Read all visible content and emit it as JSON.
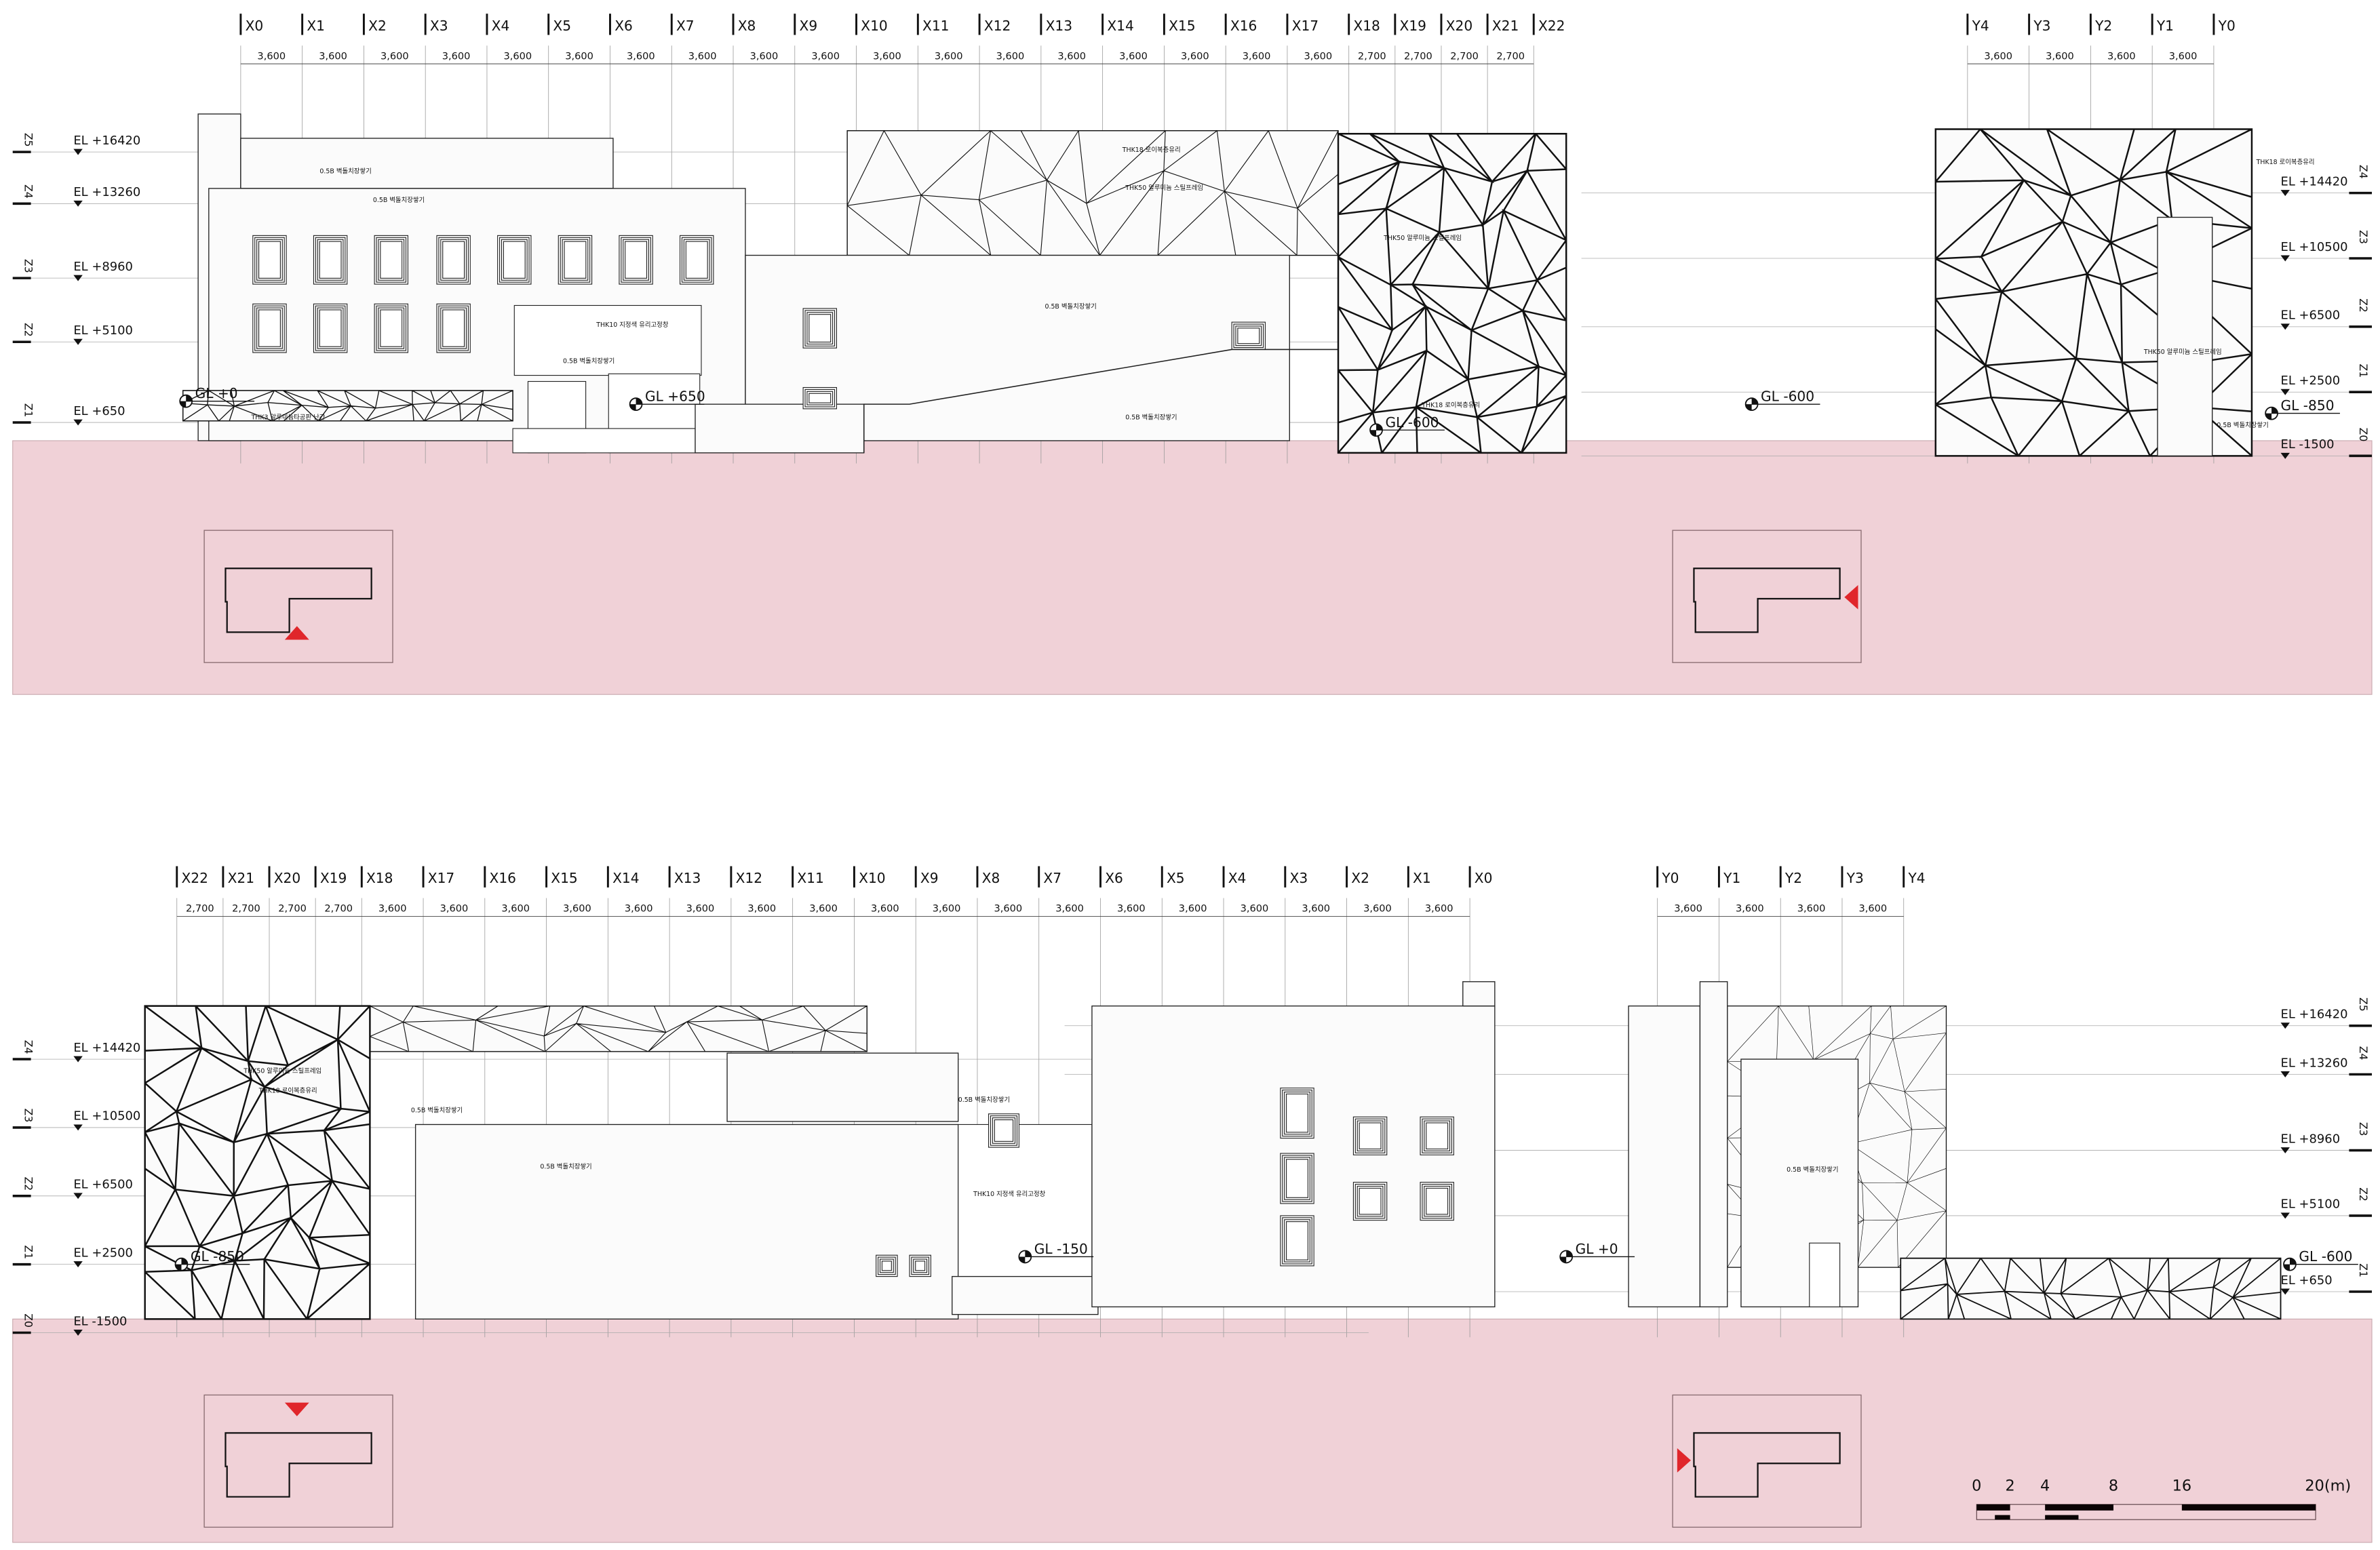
{
  "colors": {
    "ground": "#f0d1d7",
    "ink": "#111111",
    "marker": "#e0262b",
    "grid": "#999999"
  },
  "elevation_top": {
    "grid_x": [
      {
        "label": "X0",
        "dim": "3,600"
      },
      {
        "label": "X1",
        "dim": "3,600"
      },
      {
        "label": "X2",
        "dim": "3,600"
      },
      {
        "label": "X3",
        "dim": "3,600"
      },
      {
        "label": "X4",
        "dim": "3,600"
      },
      {
        "label": "X5",
        "dim": "3,600"
      },
      {
        "label": "X6",
        "dim": "3,600"
      },
      {
        "label": "X7",
        "dim": "3,600"
      },
      {
        "label": "X8",
        "dim": "3,600"
      },
      {
        "label": "X9",
        "dim": "3,600"
      },
      {
        "label": "X10",
        "dim": "3,600"
      },
      {
        "label": "X11",
        "dim": "3,600"
      },
      {
        "label": "X12",
        "dim": "3,600"
      },
      {
        "label": "X13",
        "dim": "3,600"
      },
      {
        "label": "X14",
        "dim": "3,600"
      },
      {
        "label": "X15",
        "dim": "3,600"
      },
      {
        "label": "X16",
        "dim": "3,600"
      },
      {
        "label": "X17",
        "dim": "3,600"
      },
      {
        "label": "X18",
        "dim": "2,700"
      },
      {
        "label": "X19",
        "dim": "2,700"
      },
      {
        "label": "X20",
        "dim": "2,700"
      },
      {
        "label": "X21",
        "dim": "2,700"
      },
      {
        "label": "X22",
        "dim": ""
      }
    ],
    "grid_y": [
      {
        "label": "Y4",
        "dim": "3,600"
      },
      {
        "label": "Y3",
        "dim": "3,600"
      },
      {
        "label": "Y2",
        "dim": "3,600"
      },
      {
        "label": "Y1",
        "dim": "3,600"
      },
      {
        "label": "Y0",
        "dim": ""
      }
    ],
    "levels_left": [
      {
        "axis": "Z5",
        "el": "EL +16420"
      },
      {
        "axis": "Z4",
        "el": "EL +13260"
      },
      {
        "axis": "Z3",
        "el": "EL +8960"
      },
      {
        "axis": "Z2",
        "el": "EL +5100"
      },
      {
        "axis": "Z1",
        "el": "EL +650"
      }
    ],
    "levels_right": [
      {
        "axis": "Z4",
        "el": "EL +14420"
      },
      {
        "axis": "Z3",
        "el": "EL +10500"
      },
      {
        "axis": "Z2",
        "el": "EL +6500"
      },
      {
        "axis": "Z1",
        "el": "EL +2500"
      },
      {
        "axis": "Z0",
        "el": "EL -1500"
      }
    ],
    "ground_levels": [
      "GL +0",
      "GL +650",
      "GL -600",
      "GL -600",
      "GL -850"
    ],
    "notes": [
      "0.5B 벽돌치장쌓기",
      "0.5B 벽돌치장쌓기",
      "THK10 지정색 유리고정창",
      "0.5B 벽돌치장쌓기",
      "THK3 알루미늄타공판 난간",
      "THK18 로이복층유리",
      "THK50 알루미늄 스틸프레임",
      "0.5B 벽돌치장쌓기",
      "0.5B 벽돌치장쌓기",
      "THK50 알루미늄 스틸프레임",
      "THK18 로이복층유리",
      "THK18 로이복층유리",
      "THK50 알루미늄 스틸프레임",
      "0.5B 벽돌치장쌓기"
    ]
  },
  "elevation_bottom": {
    "grid_x": [
      {
        "label": "X22",
        "dim": "2,700"
      },
      {
        "label": "X21",
        "dim": "2,700"
      },
      {
        "label": "X20",
        "dim": "2,700"
      },
      {
        "label": "X19",
        "dim": "2,700"
      },
      {
        "label": "X18",
        "dim": "3,600"
      },
      {
        "label": "X17",
        "dim": "3,600"
      },
      {
        "label": "X16",
        "dim": "3,600"
      },
      {
        "label": "X15",
        "dim": "3,600"
      },
      {
        "label": "X14",
        "dim": "3,600"
      },
      {
        "label": "X13",
        "dim": "3,600"
      },
      {
        "label": "X12",
        "dim": "3,600"
      },
      {
        "label": "X11",
        "dim": "3,600"
      },
      {
        "label": "X10",
        "dim": "3,600"
      },
      {
        "label": "X9",
        "dim": "3,600"
      },
      {
        "label": "X8",
        "dim": "3,600"
      },
      {
        "label": "X7",
        "dim": "3,600"
      },
      {
        "label": "X6",
        "dim": "3,600"
      },
      {
        "label": "X5",
        "dim": "3,600"
      },
      {
        "label": "X4",
        "dim": "3,600"
      },
      {
        "label": "X3",
        "dim": "3,600"
      },
      {
        "label": "X2",
        "dim": "3,600"
      },
      {
        "label": "X1",
        "dim": "3,600"
      },
      {
        "label": "X0",
        "dim": ""
      }
    ],
    "grid_y": [
      {
        "label": "Y0",
        "dim": "3,600"
      },
      {
        "label": "Y1",
        "dim": "3,600"
      },
      {
        "label": "Y2",
        "dim": "3,600"
      },
      {
        "label": "Y3",
        "dim": "3,600"
      },
      {
        "label": "Y4",
        "dim": ""
      }
    ],
    "levels_left": [
      {
        "axis": "Z4",
        "el": "EL +14420"
      },
      {
        "axis": "Z3",
        "el": "EL +10500"
      },
      {
        "axis": "Z2",
        "el": "EL +6500"
      },
      {
        "axis": "Z1",
        "el": "EL +2500"
      },
      {
        "axis": "Z0",
        "el": "EL -1500"
      }
    ],
    "levels_right": [
      {
        "axis": "Z5",
        "el": "EL +16420"
      },
      {
        "axis": "Z4",
        "el": "EL +13260"
      },
      {
        "axis": "Z3",
        "el": "EL +8960"
      },
      {
        "axis": "Z2",
        "el": "EL +5100"
      },
      {
        "axis": "Z1",
        "el": "EL +650"
      }
    ],
    "ground_levels": [
      "GL -850",
      "GL -150",
      "GL +0",
      "GL -600"
    ],
    "notes": [
      "THK50 알루미늄 스틸프레임",
      "THK18 로이복층유리",
      "0.5B 벽돌치장쌓기",
      "0.5B 벽돌치장쌓기",
      "0.5B 벽돌치장쌓기",
      "THK10 지정색 유리고정창",
      "0.5B 벽돌치장쌓기"
    ]
  },
  "key_plans": [
    {
      "view_direction": "south"
    },
    {
      "view_direction": "east"
    },
    {
      "view_direction": "north"
    },
    {
      "view_direction": "west"
    }
  ],
  "scale_bar": {
    "labels": [
      "0",
      "2",
      "4",
      "8",
      "16",
      "20(m)"
    ],
    "unit": "m"
  }
}
